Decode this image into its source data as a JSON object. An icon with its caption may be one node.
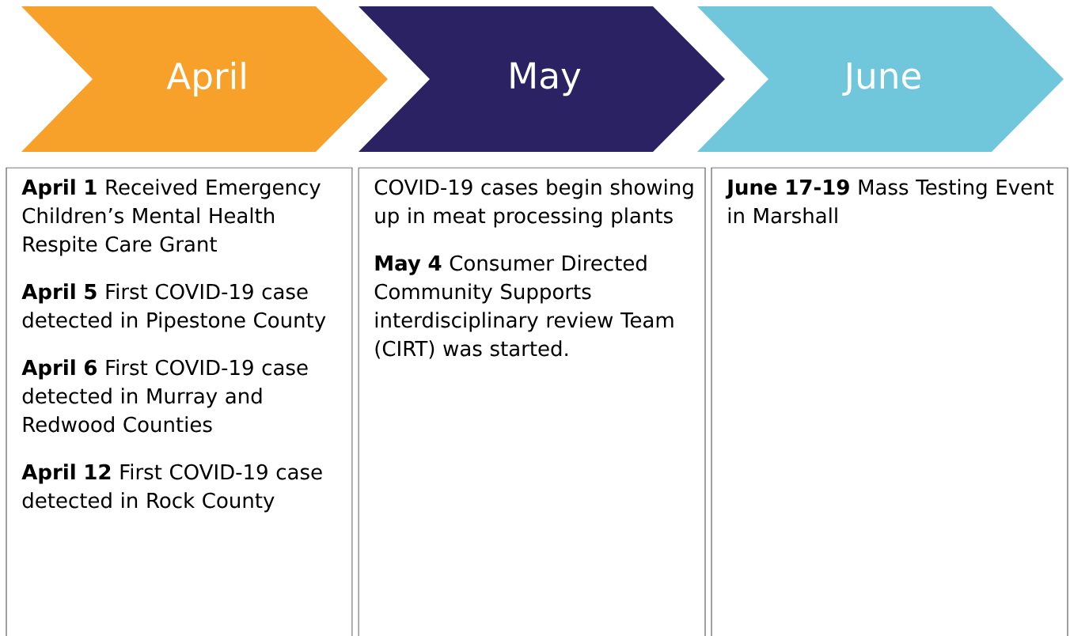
{
  "diagram": {
    "nodes": [
      {
        "text": [
          "April"
        ]
      },
      {
        "text": [
          "May"
        ]
      },
      {
        "text": [
          "June"
        ]
      },
      {
        "text": [
          "**April 1** Received Emergency Children’s Mental Health Respite Care Grant",
          "**April 5** First COVID-19 case detected in Pipestone County",
          "**April 6** First COVID-19 case detected in Murray and Redwood Counties",
          "**April 12** First COVID-19 case detected in Rock County"
        ]
      },
      {
        "text": [
          "COVID-19 cases begin showing up in meat processing plants",
          "**May 4** Consumer Directed Community Supports interdisciplinary review Team (CIRT) was started."
        ]
      },
      {
        "text": [
          "**June 17-19** Mass Testing Event in Marshall"
        ]
      }
    ]
  }
}
